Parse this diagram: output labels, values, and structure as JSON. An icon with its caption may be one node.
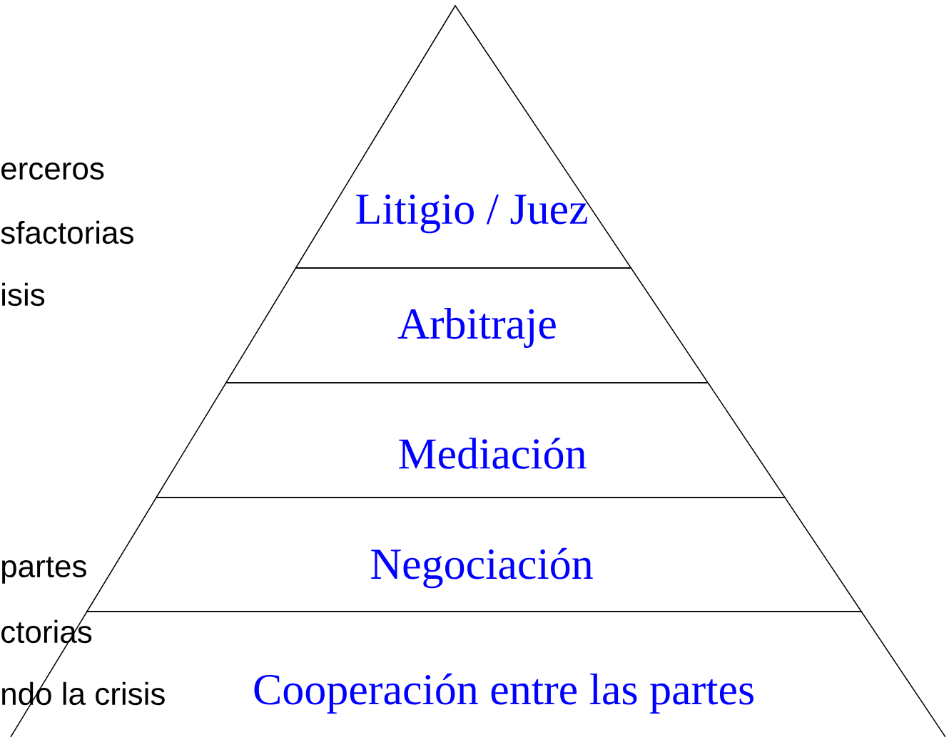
{
  "diagram": {
    "nodes": [
      {
        "text": [
          "Litigio / Juez"
        ]
      },
      {
        "text": [
          "Arbitraje"
        ]
      },
      {
        "text": [
          "Mediación"
        ]
      },
      {
        "text": [
          "Negociación"
        ]
      },
      {
        "text": [
          "Cooperación entre las partes"
        ]
      }
    ],
    "labels": [
      "erceros",
      "sfactorias",
      "isis",
      "partes",
      "ctorias",
      "ndo la crisis"
    ]
  }
}
